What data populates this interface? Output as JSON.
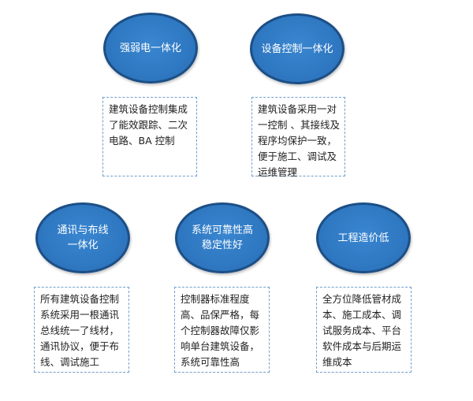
{
  "nodes": [
    {
      "label": "强弱电一体化"
    },
    {
      "label": "设备控制一体化"
    },
    {
      "label": "通讯与布线\n一体化"
    },
    {
      "label": "系统可靠性高\n稳定性好"
    },
    {
      "label": "工程造价低"
    }
  ],
  "boxes": [
    {
      "text": "建筑设备控制集成了能效跟踪、二次电路、BA 控制"
    },
    {
      "text": "建筑设备采用一对一控制 、其接线及程序均保护一致，便于施工、调试及运维管理"
    },
    {
      "text": "所有建筑设备控制系统采用一根通讯总线统一了线材，通讯协议，便于布线、调试施工"
    },
    {
      "text": "控制器标准程度高、品保严格，每个控制器故障仅影响单台建筑设备，系统可靠性高"
    },
    {
      "text": "全方位降低管材成本、施工成本、调试服务成本、平台软件成本与后期运维成本"
    }
  ]
}
